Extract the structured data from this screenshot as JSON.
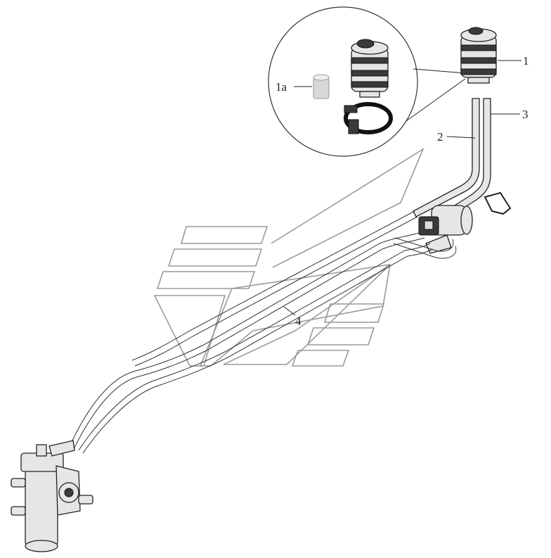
{
  "callouts": [
    {
      "id": "1",
      "label": "1"
    },
    {
      "id": "1a",
      "label": "1a"
    },
    {
      "id": "2",
      "label": "2"
    },
    {
      "id": "3",
      "label": "3"
    },
    {
      "id": "4",
      "label": "4"
    }
  ],
  "colors": {
    "ink": "#222222",
    "watermark": "#9a9a9a",
    "part_fill": "#e6e6e6",
    "background": "#ffffff"
  }
}
